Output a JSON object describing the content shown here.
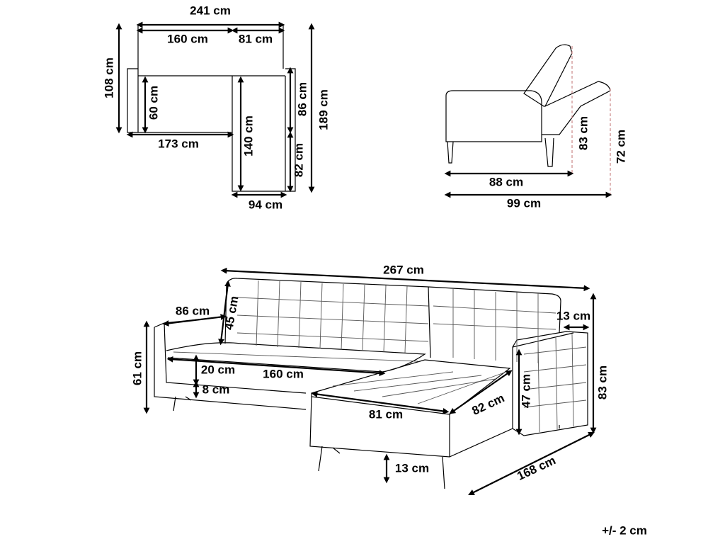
{
  "plan_view": {
    "total_width": "241 cm",
    "sofa_width": "160 cm",
    "chaise_width": "81 cm",
    "depth": "108 cm",
    "seat_depth": "60 cm",
    "seat_length": "173 cm",
    "chaise_seat_length": "140 cm",
    "arm_depth": "86 cm",
    "chaise_extension": "82 cm",
    "total_length": "189 cm",
    "chaise_outer_width": "94 cm"
  },
  "side_view": {
    "depth_upright": "88 cm",
    "depth_reclined": "99 cm",
    "height_upright": "83 cm",
    "height_reclined": "72 cm"
  },
  "main_view": {
    "total_width": "267 cm",
    "depth": "86 cm",
    "back_height": "45 cm",
    "arm_width": "13 cm",
    "total_height": "83 cm",
    "seat_height": "61 cm",
    "cushion_height": "20 cm",
    "seat_length": "160 cm",
    "frame_height": "8 cm",
    "arm_height": "47 cm",
    "chaise_width": "81 cm",
    "chaise_depth": "82 cm",
    "leg_height": "13 cm",
    "chaise_length": "168 cm"
  },
  "tolerance": "+/- 2 cm"
}
